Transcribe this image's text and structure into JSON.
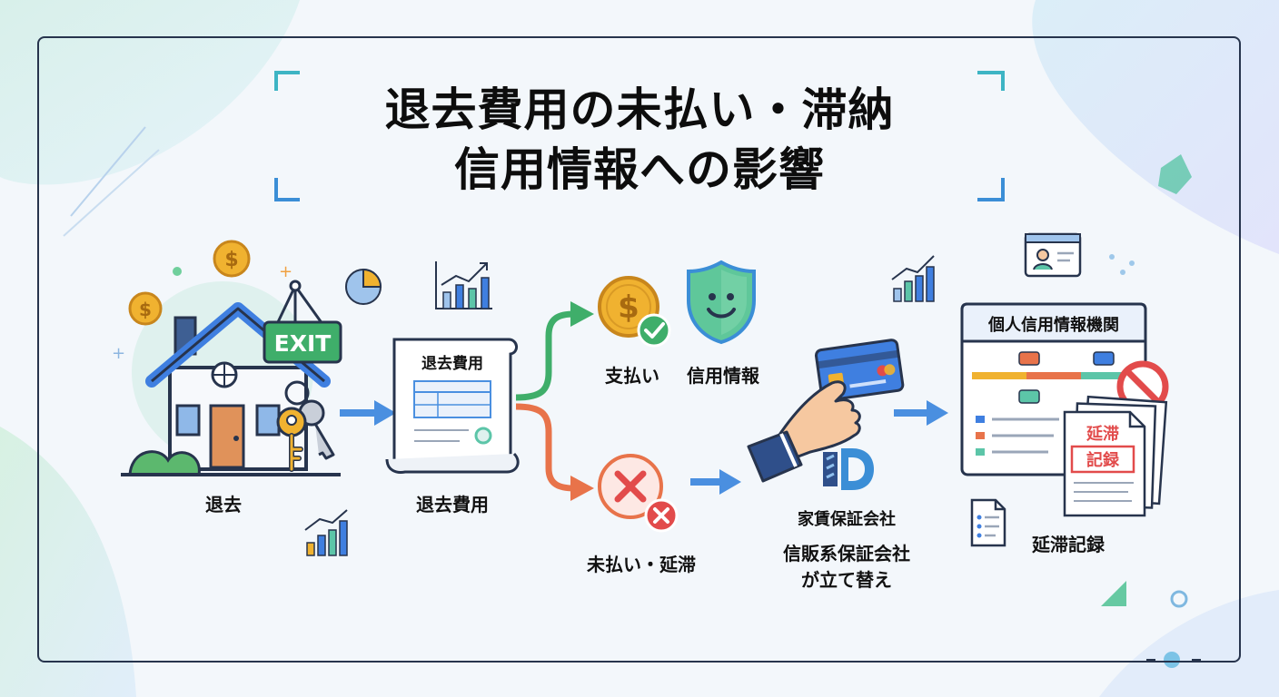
{
  "title": {
    "line1": "退去費用の未払い・滞納",
    "line2": "信用情報への影響"
  },
  "nodes": {
    "move_out": {
      "sign": "EXIT",
      "label": "退去"
    },
    "fee_document": {
      "doc_title": "退去費用",
      "label": "退去費用"
    },
    "paid": {
      "label_left": "支払い",
      "label_right": "信用情報"
    },
    "unpaid": {
      "label": "未払い・延滞"
    },
    "guarantor": {
      "label": "家賃保証会社",
      "sub_line1": "信販系保証会社",
      "sub_line2": "が立て替え"
    },
    "credit_bureau": {
      "panel_title": "個人信用情報機関",
      "stamp_line1": "延滞",
      "stamp_line2": "記録",
      "label": "延滞記録"
    }
  },
  "colors": {
    "frame": "#27344d",
    "arrow_blue": "#4a8fe0",
    "arrow_green": "#3fae6a",
    "arrow_orange": "#e8734a",
    "coin": "#f0b230",
    "shield": "#5fc79a",
    "danger": "#e24b4b",
    "card": "#3f7fe0"
  },
  "icons": [
    "house-icon",
    "exit-sign-icon",
    "keys-icon",
    "coin-icon",
    "document-icon",
    "shield-smile-icon",
    "check-icon",
    "cross-icon",
    "hand-card-icon",
    "guarantor-logo-icon",
    "credit-panel-icon",
    "prohibited-icon",
    "record-document-icon",
    "chart-icon",
    "pie-chart-icon",
    "profile-card-icon"
  ]
}
